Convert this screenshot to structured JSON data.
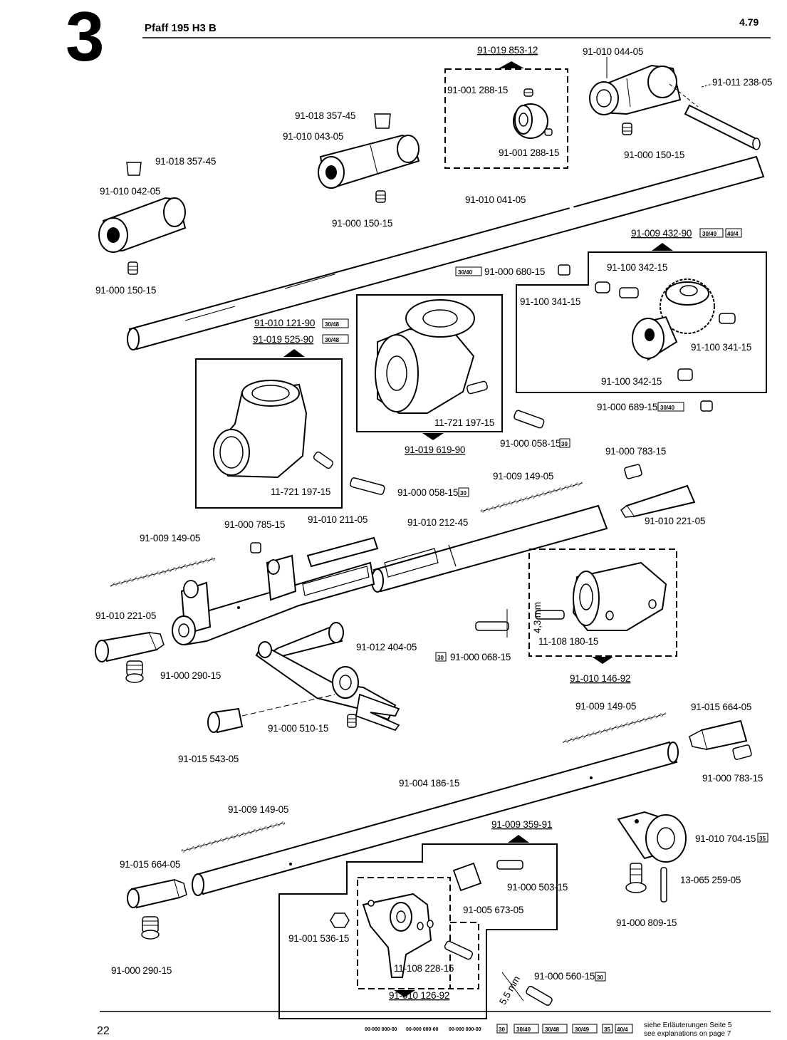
{
  "header": {
    "section_number": "3",
    "title": "Pfaff 195 H3 B",
    "date": "4.79"
  },
  "footer": {
    "page_number": "22",
    "legend_codes": [
      "00-000 000-00",
      "00-000 000-00",
      "00-000 000-00"
    ],
    "legend_tags": [
      "30",
      "30/40",
      "30/48",
      "30/49",
      "35",
      "40/4"
    ],
    "note_de": "siehe Erläuterungen Seite 5",
    "note_en": "see explanations on page 7"
  },
  "tags": {
    "t30": "30",
    "t3040": "30/40",
    "t3048": "30/48",
    "t3049": "30/49",
    "t35": "35",
    "t404": "40/4"
  },
  "parts": {
    "p_019853_12": "91-019 853-12",
    "p_010044_05": "91-010 044-05",
    "p_011238_05": "91-011 238-05",
    "p_001288_15a": "91-001 288-15",
    "p_001288_15b": "91-001 288-15",
    "p_000150_15a": "91-000 150-15",
    "p_018357_45a": "91-018 357-45",
    "p_010043_05": "91-010 043-05",
    "p_018357_45b": "91-018 357-45",
    "p_010042_05": "91-010 042-05",
    "p_000150_15b": "91-000 150-15",
    "p_010041_05": "91-010 041-05",
    "p_009432_90": "91-009 432-90",
    "p_000150_15c": "91-000 150-15",
    "p_000680_15": "91-000 680-15",
    "p_100342_15a": "91-100 342-15",
    "p_100341_15a": "91-100 341-15",
    "p_100341_15b": "91-100 341-15",
    "p_100342_15b": "91-100 342-15",
    "p_000689_15": "91-000 689-15",
    "p_010121_90": "91-010 121-90",
    "p_019525_90": "91-019 525-90",
    "p_721197_15a": "11-721 197-15",
    "p_019619_90": "91-019 619-90",
    "p_000058_15a": "91-000 058-15",
    "p_721197_15b": "11-721 197-15",
    "p_000058_15b": "91-000 058-15",
    "p_009149_05a": "91-009 149-05",
    "p_000783_15a": "91-000 783-15",
    "p_010221_05a": "91-010 221-05",
    "p_000785_15": "91-000 785-15",
    "p_010211_05": "91-010 211-05",
    "p_010212_45": "91-010 212-45",
    "p_009149_05b": "91-009 149-05",
    "p_010221_05b": "91-010 221-05",
    "p_000068_15": "91-000 068-15",
    "dim_43": "4,3 mm",
    "p_108180_15": "11-108 180-15",
    "p_010146_92": "91-010 146-92",
    "p_012404_05": "91-012 404-05",
    "p_000290_15a": "91-000 290-15",
    "p_000510_15": "91-000 510-15",
    "p_015543_05": "91-015 543-05",
    "p_009149_05c": "91-009 149-05",
    "p_015664_05a": "91-015 664-05",
    "p_000783_15b": "91-000 783-15",
    "p_004186_15": "91-004 186-15",
    "p_009149_05d": "91-009 149-05",
    "p_009359_91": "91-009 359-91",
    "p_010704_15": "91-010 704-15",
    "p_065259_05": "13-065 259-05",
    "p_000809_15": "91-000 809-15",
    "p_015664_05b": "91-015 664-05",
    "p_000503_15": "91-000 503-15",
    "p_005673_05": "91-005 673-05",
    "p_001536_15": "91-001 536-15",
    "p_108228_15": "11-108 228-15",
    "p_010126_92": "91-010 126-92",
    "p_000560_15": "91-000 560-15",
    "dim_55": "5,5 mm",
    "p_000290_15b": "91-000 290-15"
  }
}
